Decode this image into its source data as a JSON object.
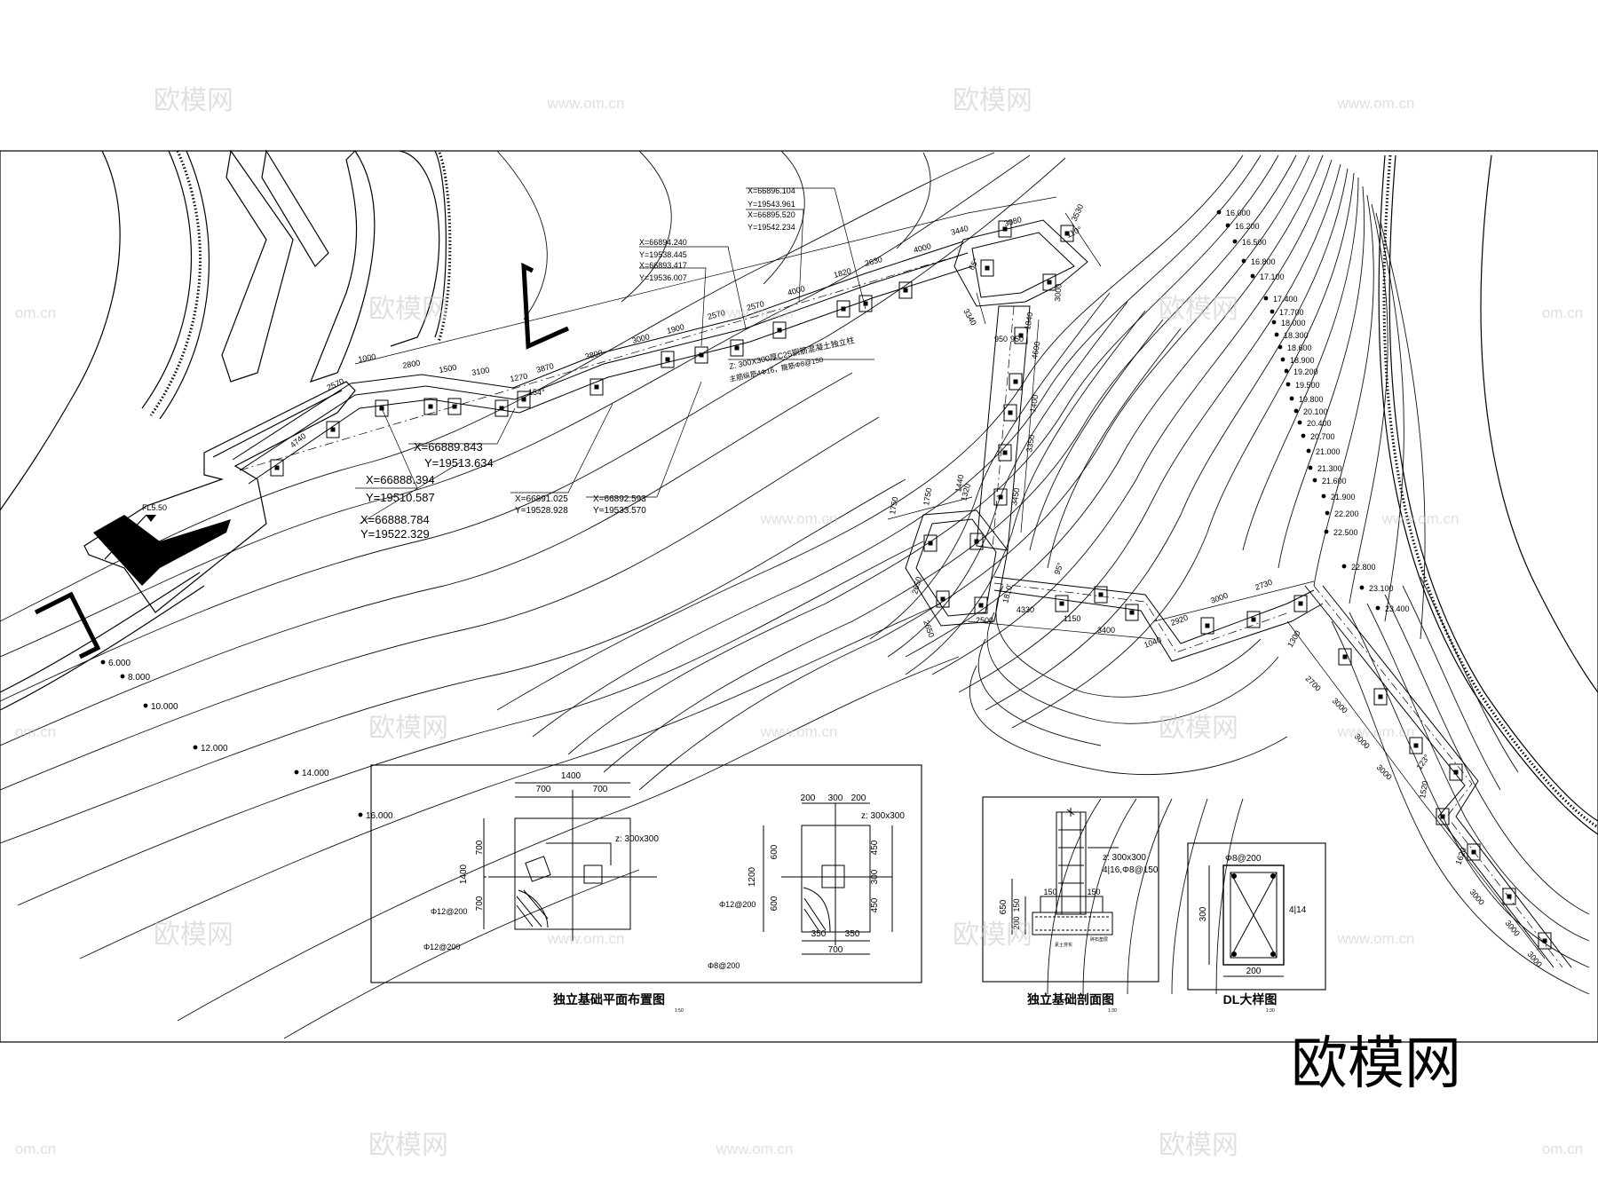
{
  "watermark": {
    "logo_text": "欧模网",
    "site_text": "www.om.cn",
    "side_text": "om.cn"
  },
  "brand": {
    "text": "欧模网"
  },
  "level_marker": {
    "text": "FL5.50"
  },
  "contour_labels_left": [
    "6.000",
    "8.000",
    "10.000",
    "12.000",
    "14.000",
    "16.000"
  ],
  "contour_labels_right": [
    "16.000",
    "16.200",
    "16.500",
    "16.800",
    "17.100",
    "17.400",
    "17.700",
    "18.000",
    "18.300",
    "18.600",
    "18.900",
    "19.200",
    "19.500",
    "19.800",
    "20.100",
    "20.400",
    "20.700",
    "21.000",
    "21.300",
    "21.600",
    "21.900",
    "22.200",
    "22.500",
    "22.800",
    "23.100",
    "23.400"
  ],
  "coordinates": [
    {
      "x": "X=66896.104",
      "y": "Y=19543.961"
    },
    {
      "x": "X=66895.520",
      "y": "Y=19542.234"
    },
    {
      "x": "X=66894.240",
      "y": "Y=19538.445"
    },
    {
      "x": "X=66893.417",
      "y": "Y=19536.007"
    },
    {
      "x": "X=66889.843",
      "y": "Y=19513.634"
    },
    {
      "x": "X=66888.394",
      "y": "Y=19510.587"
    },
    {
      "x": "X=66888.784",
      "y": "Y=19522.329"
    },
    {
      "x": "X=66891.025",
      "y": "Y=19528.928"
    },
    {
      "x": "X=66892.593",
      "y": "Y=19533.570"
    }
  ],
  "column_note": {
    "line1": "Z: 300X300厚C25钢筋混凝土独立柱",
    "line2": "主筋纵筋4Φ16，箍筋Φ8@150"
  },
  "dimensions_top": [
    "1000",
    "2570",
    "2800",
    "1500",
    "3100",
    "1270",
    "3870",
    "3800",
    "3000",
    "1900",
    "2570",
    "2570",
    "4000",
    "1820",
    "2630",
    "4000",
    "3440",
    "3080",
    "3530",
    "110°",
    "65°",
    "3340",
    "3000",
    "950",
    "950",
    "1840",
    "4600",
    "1400",
    "3350",
    "3450",
    "1440",
    "1750",
    "1750",
    "1320",
    "95°",
    "154°",
    "4740"
  ],
  "dimensions_bottom": [
    "2650",
    "2650",
    "2500",
    "1810",
    "4330",
    "1150",
    "3400",
    "1040",
    "2920",
    "3000",
    "2730",
    "1300",
    "2700",
    "3000",
    "3000",
    "3000",
    "1520",
    "123°",
    "1620",
    "3000",
    "3000",
    "3000"
  ],
  "detail_plan": {
    "title": "独立基础平面布置图",
    "scale": "1:50",
    "dims_top": [
      "1400",
      "700",
      "700"
    ],
    "dims_left": [
      "700",
      "1400",
      "700"
    ],
    "col_label": "z: 300x300",
    "rebar1": "Φ12@200",
    "rebar2": "Φ12@200"
  },
  "detail_plan2": {
    "dims_top": [
      "200",
      "300",
      "200"
    ],
    "col_label": "z: 300x300",
    "dims_left": [
      "600",
      "1200",
      "600"
    ],
    "dims_right": [
      "450",
      "300",
      "450"
    ],
    "dims_bottom": [
      "350",
      "350",
      "700"
    ],
    "rebar1": "Φ12@200",
    "rebar2": "Φ8@200"
  },
  "detail_section": {
    "title": "独立基础剖面图",
    "scale": "1:30",
    "col_label": "z: 300x300",
    "rebar": "4|16,Φ8@150",
    "dims": [
      "650",
      "150",
      "200",
      "150",
      "150"
    ],
    "base_label": "素土夯实",
    "slab_label": "碎石垫层"
  },
  "detail_beam": {
    "title": "DL大样图",
    "scale": "1:30",
    "stirrup": "Φ8@200",
    "bars": "4|14",
    "height": "300",
    "width": "200"
  }
}
